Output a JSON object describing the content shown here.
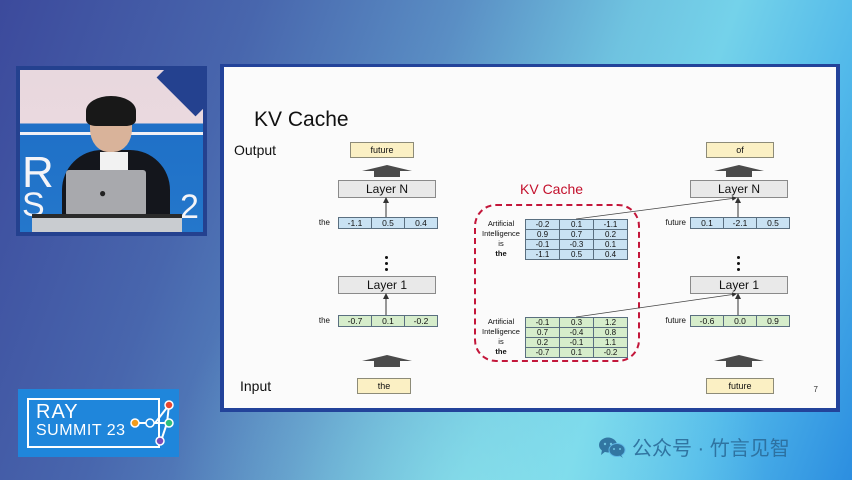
{
  "slide": {
    "title": "KV Cache",
    "output_label": "Output",
    "input_label": "Input",
    "page_number": "7",
    "left_column": {
      "output_token": "future",
      "input_token": "the",
      "layer_top": "Layer N",
      "layer_bottom": "Layer 1",
      "top_vector": {
        "token": "the",
        "values": [
          "-1.1",
          "0.5",
          "0.4"
        ]
      },
      "bottom_vector": {
        "token": "the",
        "values": [
          "-0.7",
          "0.1",
          "-0.2"
        ]
      }
    },
    "kv_cache": {
      "title": "KV Cache",
      "tokens": [
        "Artificial",
        "Intelligence",
        "is",
        "the"
      ],
      "top_matrix": [
        [
          "-0.2",
          "0.1",
          "-1.1"
        ],
        [
          "0.9",
          "0.7",
          "0.2"
        ],
        [
          "-0.1",
          "-0.3",
          "0.1"
        ],
        [
          "-1.1",
          "0.5",
          "0.4"
        ]
      ],
      "bottom_matrix": [
        [
          "-0.1",
          "0.3",
          "1.2"
        ],
        [
          "0.7",
          "-0.4",
          "0.8"
        ],
        [
          "0.2",
          "-0.1",
          "1.1"
        ],
        [
          "-0.7",
          "0.1",
          "-0.2"
        ]
      ],
      "border_color": "#c3163a"
    },
    "right_column": {
      "output_token": "of",
      "input_token": "future",
      "layer_top": "Layer N",
      "layer_bottom": "Layer 1",
      "top_vector": {
        "token": "future",
        "values": [
          "0.1",
          "-2.1",
          "0.5"
        ]
      },
      "bottom_vector": {
        "token": "future",
        "values": [
          "-0.6",
          "0.0",
          "0.9"
        ]
      }
    }
  },
  "logo": {
    "line1": "RAY",
    "line2": "SUMMIT 23",
    "node_colors": [
      "#e8452f",
      "#f39c1b",
      "#1f86db",
      "#2dbf7a",
      "#7b4bb7"
    ]
  },
  "watermark": {
    "text": "公众号 · 竹言见智",
    "icon": "wechat-icon"
  },
  "video": {
    "backdrop_letters": [
      "R",
      "S",
      "2"
    ]
  }
}
